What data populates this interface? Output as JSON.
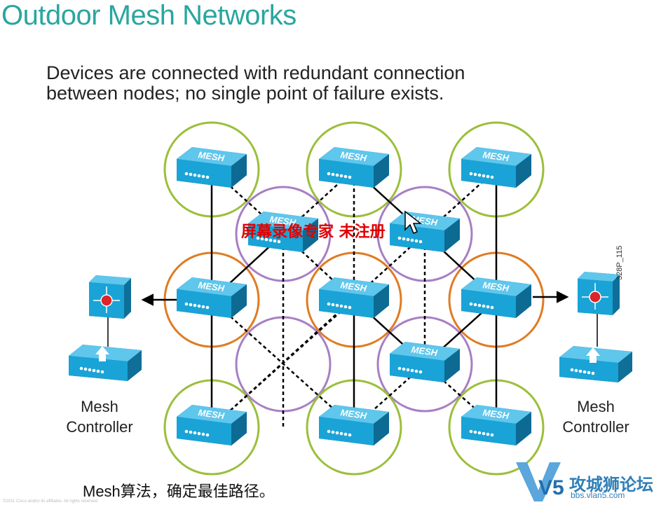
{
  "title": "Outdoor Mesh Networks",
  "subtitle": [
    "Devices are connected with redundant connection",
    "between nodes; no single point of failure exists."
  ],
  "node_label": "MESH",
  "left_controller": {
    "label_line1": "Mesh",
    "label_line2": "Controller"
  },
  "right_controller": {
    "label_line1": "Mesh",
    "label_line2": "Controller"
  },
  "figure_code": "328P_115",
  "watermark": "屏幕录像专家 未注册",
  "caption": "Mesh算法，确定最佳路径。",
  "logo": {
    "text": "攻城狮论坛",
    "url": "bbs.vlan5.com",
    "mark": "V5"
  },
  "footer_note": "©2011 Cisco and/or its affiliates. All rights reserved.",
  "colors": {
    "title": "#2aa6a0",
    "node": "#1aa3d6",
    "ring_green": "#9bbf3b",
    "ring_orange": "#e07b22",
    "ring_purple": "#a77fc4",
    "watermark": "#e00000"
  }
}
